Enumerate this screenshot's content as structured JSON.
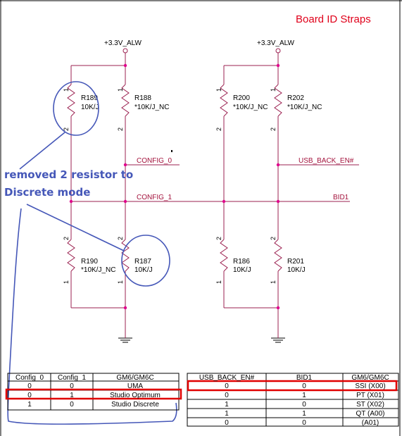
{
  "title": "Board ID Straps",
  "power": {
    "left": "+3.3V_ALW",
    "right": "+3.3V_ALW"
  },
  "resistors": {
    "r189": {
      "name": "R189",
      "value": "10K/J"
    },
    "r188": {
      "name": "R188",
      "value": "*10K/J_NC"
    },
    "r190": {
      "name": "R190",
      "value": "*10K/J_NC"
    },
    "r187": {
      "name": "R187",
      "value": "10K/J"
    },
    "r200": {
      "name": "R200",
      "value": "*10K/J_NC"
    },
    "r202": {
      "name": "R202",
      "value": "*10K/J_NC"
    },
    "r186": {
      "name": "R186",
      "value": "10K/J"
    },
    "r201": {
      "name": "R201",
      "value": "10K/J"
    }
  },
  "pins": {
    "one": "1",
    "two": "2"
  },
  "nets": {
    "config0": "CONFIG_0",
    "config1": "CONFIG_1",
    "usb_back_en": "USB_BACK_EN#",
    "bid1": "BID1"
  },
  "annotation": {
    "line1": "removed 2 resistor to",
    "line2": "Discrete mode"
  },
  "left_table": {
    "headers": [
      "Config_0",
      "Config_1",
      "GM6/GM6C"
    ],
    "rows": [
      [
        "0",
        "0",
        "UMA"
      ],
      [
        "0",
        "1",
        "Studio Optimum"
      ],
      [
        "1",
        "0",
        "Studio Discrete"
      ]
    ]
  },
  "right_table": {
    "headers": [
      "USB_BACK_EN#",
      "BID1",
      "GM6/GM6C"
    ],
    "rows": [
      [
        "0",
        "0",
        "SSI (X00)"
      ],
      [
        "0",
        "1",
        "PT (X01)"
      ],
      [
        "1",
        "0",
        "ST (X02)"
      ],
      [
        "1",
        "1",
        "QT (A00)"
      ],
      [
        "0",
        "0",
        "(A01)"
      ]
    ]
  },
  "colors": {
    "wire": "#9b2050",
    "junction": "#e0008c",
    "highlight": "#e00000",
    "annotation": "#4557b8",
    "title": "#e0001a"
  }
}
